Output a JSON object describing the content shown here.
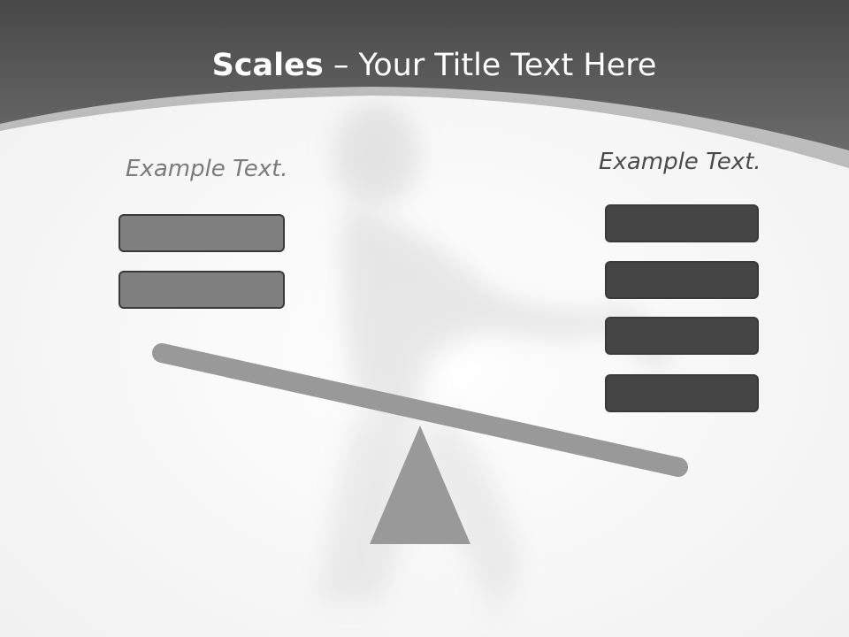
{
  "slide": {
    "title_bold": "Scales",
    "title_rest": " – Your Title Text Here",
    "left": {
      "label": "Example Text.",
      "box_count": 2
    },
    "right": {
      "label": "Example Text.",
      "box_count": 4
    },
    "colors": {
      "header_dark": "#4a4a4a",
      "header_light": "#6e6e6e",
      "band": "#bdbdbd",
      "background": "#f7f7f7",
      "scale_gray": "#999999",
      "left_box": "#7f7f7f",
      "right_box": "#454545",
      "box_border": "#3a3a3a"
    }
  }
}
